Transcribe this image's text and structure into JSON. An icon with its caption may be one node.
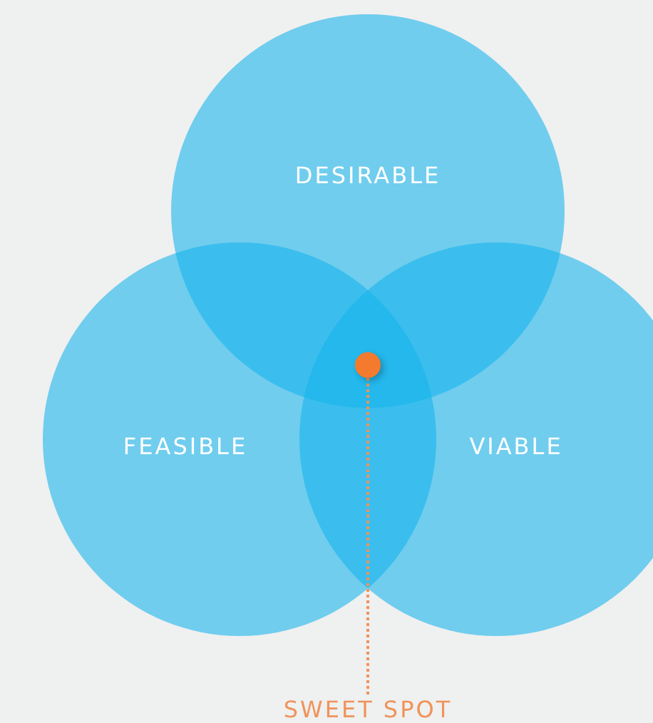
{
  "diagram": {
    "nodes": [
      {
        "text": [
          "DESIRABLE"
        ]
      },
      {
        "text": [
          "FEASIBLE"
        ]
      },
      {
        "text": [
          "VIABLE"
        ]
      },
      {
        "text": [],
        "shape": "circle"
      },
      {
        "text": [
          "SWEET SPOT"
        ]
      }
    ],
    "edges": [
      {
        "from": 4,
        "to": 3,
        "arrow": "none",
        "style": "dashed"
      }
    ]
  }
}
